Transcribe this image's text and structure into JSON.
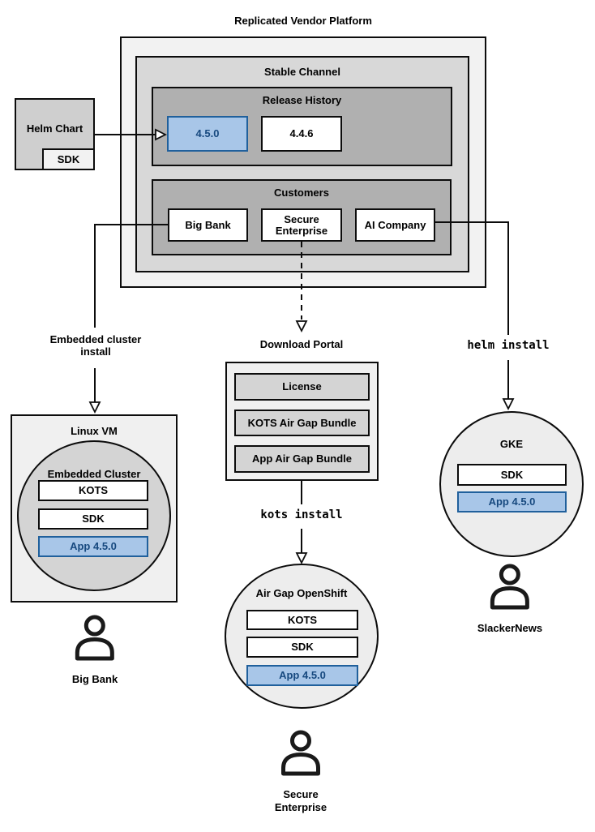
{
  "title": "Replicated Vendor Platform",
  "colors": {
    "highlight_fill": "#a8c6e8",
    "highlight_border": "#20609c",
    "highlight_text": "#17497f"
  },
  "platform": {
    "stable_channel_label": "Stable Channel",
    "release_history": {
      "label": "Release History",
      "releases": [
        "4.5.0",
        "4.4.6"
      ]
    },
    "customers": {
      "label": "Customers",
      "items": [
        "Big Bank",
        "Secure Enterprise",
        "AI Company"
      ]
    }
  },
  "helm_chart": {
    "label": "Helm Chart",
    "sdk": "SDK"
  },
  "left_branch": {
    "install_label": "Embedded cluster install",
    "vm_label": "Linux VM",
    "cluster_label": "Embedded Cluster",
    "components": [
      "KOTS",
      "SDK",
      "App 4.5.0"
    ],
    "persona": "Big Bank"
  },
  "middle_branch": {
    "portal_label": "Download Portal",
    "portal_items": [
      "License",
      "KOTS Air Gap Bundle",
      "App Air Gap Bundle"
    ],
    "install_label": "kots install",
    "cluster_label": "Air Gap OpenShift",
    "components": [
      "KOTS",
      "SDK",
      "App 4.5.0"
    ],
    "persona": "Secure Enterprise"
  },
  "right_branch": {
    "install_label": "helm install",
    "cluster_label": "GKE",
    "components": [
      "SDK",
      "App 4.5.0"
    ],
    "persona": "SlackerNews"
  }
}
